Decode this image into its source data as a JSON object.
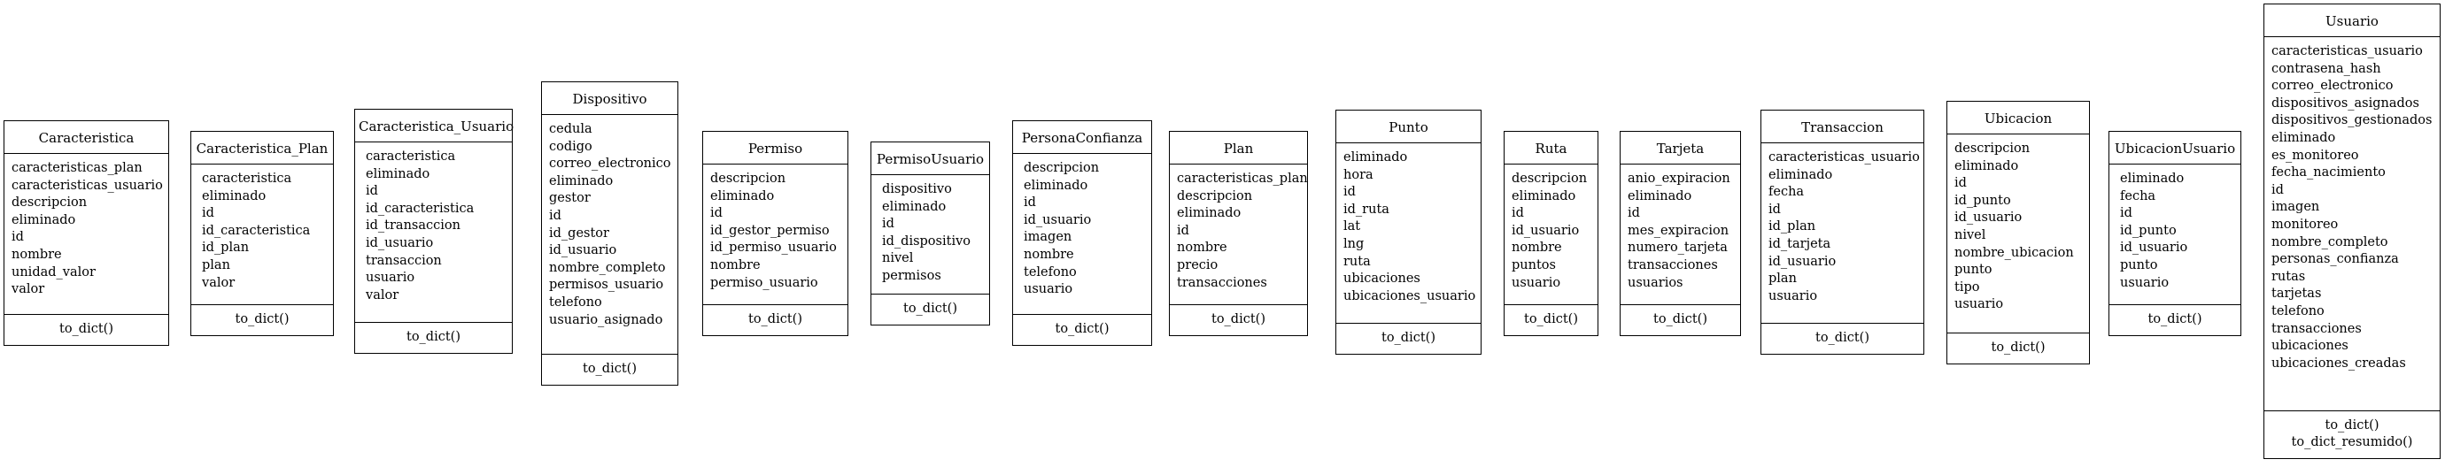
{
  "classes": [
    {
      "name": "Caracteristica",
      "attributes": [
        "caracteristicas_plan",
        "caracteristicas_usuario",
        "descripcion",
        "eliminado",
        "id",
        "nombre",
        "unidad_valor",
        "valor"
      ],
      "methods": [
        "to_dict()"
      ]
    },
    {
      "name": "Caracteristica_Plan",
      "attributes": [
        "caracteristica",
        "eliminado",
        "id",
        "id_caracteristica",
        "id_plan",
        "plan",
        "valor"
      ],
      "methods": [
        "to_dict()"
      ]
    },
    {
      "name": "Caracteristica_Usuario",
      "attributes": [
        "caracteristica",
        "eliminado",
        "id",
        "id_caracteristica",
        "id_transaccion",
        "id_usuario",
        "transaccion",
        "usuario",
        "valor"
      ],
      "methods": [
        "to_dict()"
      ]
    },
    {
      "name": "Dispositivo",
      "attributes": [
        "cedula",
        "codigo",
        "correo_electronico",
        "eliminado",
        "gestor",
        "id",
        "id_gestor",
        "id_usuario",
        "nombre_completo",
        "permisos_usuario",
        "telefono",
        "usuario_asignado"
      ],
      "methods": [
        "to_dict()"
      ]
    },
    {
      "name": "Permiso",
      "attributes": [
        "descripcion",
        "eliminado",
        "id",
        "id_gestor_permiso",
        "id_permiso_usuario",
        "nombre",
        "permiso_usuario"
      ],
      "methods": [
        "to_dict()"
      ]
    },
    {
      "name": "PermisoUsuario",
      "attributes": [
        "dispositivo",
        "eliminado",
        "id",
        "id_dispositivo",
        "nivel",
        "permisos"
      ],
      "methods": [
        "to_dict()"
      ]
    },
    {
      "name": "PersonaConfianza",
      "attributes": [
        "descripcion",
        "eliminado",
        "id",
        "id_usuario",
        "imagen",
        "nombre",
        "telefono",
        "usuario"
      ],
      "methods": [
        "to_dict()"
      ]
    },
    {
      "name": "Plan",
      "attributes": [
        "caracteristicas_plan",
        "descripcion",
        "eliminado",
        "id",
        "nombre",
        "precio",
        "transacciones"
      ],
      "methods": [
        "to_dict()"
      ]
    },
    {
      "name": "Punto",
      "attributes": [
        "eliminado",
        "hora",
        "id",
        "id_ruta",
        "lat",
        "lng",
        "ruta",
        "ubicaciones",
        "ubicaciones_usuario"
      ],
      "methods": [
        "to_dict()"
      ]
    },
    {
      "name": "Ruta",
      "attributes": [
        "descripcion",
        "eliminado",
        "id",
        "id_usuario",
        "nombre",
        "puntos",
        "usuario"
      ],
      "methods": [
        "to_dict()"
      ]
    },
    {
      "name": "Tarjeta",
      "attributes": [
        "anio_expiracion",
        "eliminado",
        "id",
        "mes_expiracion",
        "numero_tarjeta",
        "transacciones",
        "usuarios"
      ],
      "methods": [
        "to_dict()"
      ]
    },
    {
      "name": "Transaccion",
      "attributes": [
        "caracteristicas_usuario",
        "eliminado",
        "fecha",
        "id",
        "id_plan",
        "id_tarjeta",
        "id_usuario",
        "plan",
        "usuario"
      ],
      "methods": [
        "to_dict()"
      ]
    },
    {
      "name": "Ubicacion",
      "attributes": [
        "descripcion",
        "eliminado",
        "id",
        "id_punto",
        "id_usuario",
        "nivel",
        "nombre_ubicacion",
        "punto",
        "tipo",
        "usuario"
      ],
      "methods": [
        "to_dict()"
      ]
    },
    {
      "name": "UbicacionUsuario",
      "attributes": [
        "eliminado",
        "fecha",
        "id",
        "id_punto",
        "id_usuario",
        "punto",
        "usuario"
      ],
      "methods": [
        "to_dict()"
      ]
    },
    {
      "name": "Usuario",
      "attributes": [
        "caracteristicas_usuario",
        "contrasena_hash",
        "correo_electronico",
        "dispositivos_asignados",
        "dispositivos_gestionados",
        "eliminado",
        "es_monitoreo",
        "fecha_nacimiento",
        "id",
        "imagen",
        "monitoreo",
        "nombre_completo",
        "personas_confianza",
        "rutas",
        "tarjetas",
        "telefono",
        "transacciones",
        "ubicaciones",
        "ubicaciones_creadas"
      ],
      "methods": [
        "to_dict()",
        "to_dict_resumido()"
      ]
    }
  ]
}
